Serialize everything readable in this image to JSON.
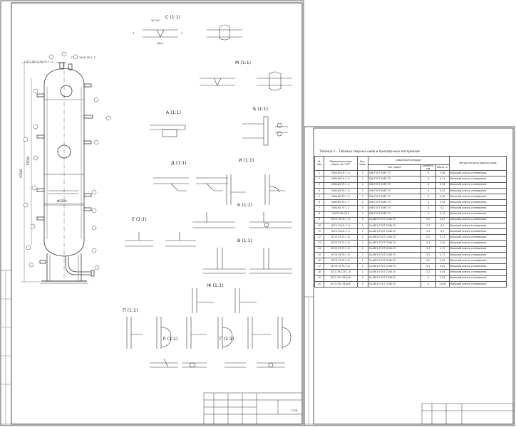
{
  "sheet1": {
    "sections": {
      "c": "С (1:1)",
      "m": "М (1:1)",
      "a": "А (1:1)",
      "b": "Б (1:1)",
      "d": "Д (1:1)",
      "i": "И (1:1)",
      "k": "К (1:1)",
      "e": "Е (1:1)",
      "v": "В (1:1)",
      "zh": "Ж (1:1)",
      "p": "П (1:1)",
      "l": "Л (1:1)",
      "g": "Г (1:1)"
    },
    "vessel": {
      "dia": "Ф2200",
      "h1": "57400",
      "h2": "55000",
      "leader1": "ГОСТ 8713-79-Н1-Т..2",
      "leader2": "ГОСТ 1954-76-Т..3"
    },
    "weld_dims": [
      "20°±5°",
      "2",
      "3",
      "18±2"
    ],
    "stamp_code": "1128"
  },
  "sheet2": {
    "caption": "Таблица 1 – Таблица сварных швов и присадочных материалов",
    "headers": {
      "num": "№ шва",
      "spec": "Обозначение вида сварки по ГОСТ",
      "count": "Кол. швов",
      "material_group": "Сварочный материал",
      "type": "Тип, марка",
      "diameter": "Диаметр, мм",
      "mass": "Масса, кг",
      "control": "Метод контроля сварных швов"
    },
    "rows": [
      [
        "1",
        "5264-80-Н1-Г..4",
        "3",
        "Э46 ГОСТ 9467-75",
        "4",
        "0,06",
        "Внешний осмотр и измерения"
      ],
      [
        "2",
        "5264-80-Н1-Г..4",
        "3",
        "Э46 ГОСТ 9467-75",
        "4",
        "0,11",
        "Внешний осмотр и измерения"
      ],
      [
        "3",
        "5264-80-Т3-Г..4",
        "2",
        "Э46 ГОСТ 9467-75",
        "4",
        "0,16",
        "Внешний осмотр и измерения"
      ],
      [
        "4",
        "5264-80-Т3-Г..4",
        "2",
        "Э46 ГОСТ 9467-75",
        "4",
        "0,21",
        "Внешний осмотр и измерения"
      ],
      [
        "5",
        "5264-80-Т3-Г..4",
        "3",
        "Э46 ГОСТ 9467-75",
        "4",
        "0,16",
        "Внешний осмотр и измерения"
      ],
      [
        "6",
        "5264-80-Т3-Г..7",
        "4",
        "Э46 ГОСТ 9467-75",
        "4",
        "0,19",
        "Внешний осмотр и измерения"
      ],
      [
        "7",
        "5264-80-Т3-Г..7",
        "4",
        "Э46 ГОСТ 9467-75",
        "4",
        "0,2",
        "Внешний осмотр и измерения"
      ],
      [
        "8",
        "16037-80-С8-Р",
        "2",
        "Э46 ГОСТ 9467-75",
        "4",
        "0,11",
        "Внешний осмотр и измерения"
      ],
      [
        "9",
        "8713-79-Н1-Г..4",
        "2",
        "Св-08ГА ГОСТ 2246-70",
        "5,2",
        "0,07",
        "Внешний осмотр и измерения"
      ],
      [
        "10",
        "8713-79-Н1-Г..4",
        "2",
        "Св-08ГА ГОСТ 2246-70",
        "5,2",
        "0,1",
        "Внешний осмотр и измерения"
      ],
      [
        "11",
        "8713-79-С4-Г..5",
        "2",
        "Св-08ГА ГОСТ 2246-70",
        "5,2",
        "0,3",
        "Внешний осмотр и измерения"
      ],
      [
        "12",
        "8713-79-Т1-Г..8",
        "2",
        "Св-08ГА ГОСТ 2246-70",
        "5,2",
        "5,13",
        "Внешний осмотр и измерения"
      ],
      [
        "13",
        "8713-79-Т1-Г..8",
        "2",
        "Св-08ГА ГОСТ 2246-70",
        "5,2",
        "2,15",
        "Внешний осмотр и измерения"
      ],
      [
        "14",
        "8713-79-Т1-Г..8",
        "2",
        "Св-08ГА ГОСТ 2246-70",
        "5,2",
        "2,15",
        "Внешний осмотр и измерения"
      ],
      [
        "15",
        "8713-79-Т3-Г..8",
        "1",
        "Св-08ГА ГОСТ 2246-70",
        "5,2",
        "2,77",
        "Внешний осмотр и измерения"
      ],
      [
        "16",
        "8713-79-Т3-Г..8",
        "1",
        "Св-08ГА ГОСТ 2246-70",
        "5,2",
        "2,92",
        "Внешний осмотр и измерения"
      ],
      [
        "17",
        "8713-79-Т3-Г..8",
        "1",
        "Св-08ГА ГОСТ 2246-70",
        "5,2",
        "0,44",
        "Внешний осмотр и измерения"
      ],
      [
        "18",
        "8713-79-С25-Г..8",
        "1",
        "Св-08ГА ГОСТ 2246-70",
        "5,2",
        "0,44",
        "Внешний осмотр и измерения"
      ],
      [
        "19",
        "8713-79-С18-А-Ф",
        "5",
        "Св-08ГА ГОСТ 2246-70",
        "4",
        "2,93",
        "Внешний осмотр и измерения"
      ],
      [
        "20",
        "8713-79-С18-А-Ф",
        "5",
        "Св-08ГА ГОСТ 2246-70",
        "4",
        "11,06",
        "Внешний осмотр и измерения"
      ]
    ]
  }
}
